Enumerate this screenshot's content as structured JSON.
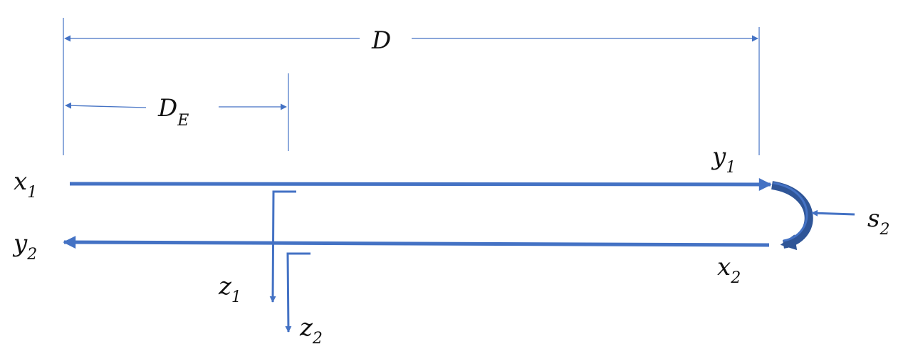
{
  "colors": {
    "line": "#4472C4",
    "curve": "#2F5597",
    "text": "#111111"
  },
  "labels": {
    "D": {
      "main": "D",
      "sub": ""
    },
    "DE": {
      "main": "D",
      "sub": "E"
    },
    "x1": {
      "main": "x",
      "sub": "1"
    },
    "y1": {
      "main": "y",
      "sub": "1"
    },
    "y2": {
      "main": "y",
      "sub": "2"
    },
    "x2": {
      "main": "x",
      "sub": "2"
    },
    "s2": {
      "main": "s",
      "sub": "2"
    },
    "z1": {
      "main": "z",
      "sub": "1"
    },
    "z2": {
      "main": "z",
      "sub": "2"
    }
  }
}
